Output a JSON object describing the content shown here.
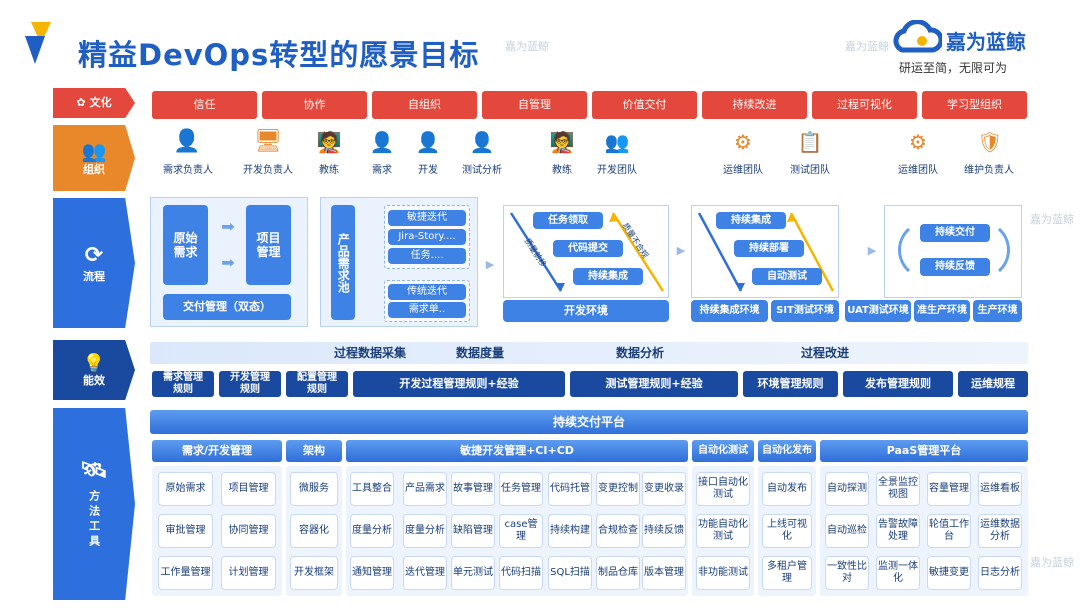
{
  "header": {
    "title": "精益DevOps转型的愿景目标",
    "brand": "嘉为蓝鲸",
    "tagline": "研运至简，无限可为",
    "watermark": "嘉为蓝鲸"
  },
  "rows": {
    "culture": "文化",
    "org": "组织",
    "process": "流程",
    "efficacy": "能效",
    "methods": "方法工具"
  },
  "culture": [
    "信任",
    "协作",
    "自组织",
    "自管理",
    "价值交付",
    "持续改进",
    "过程可视化",
    "学习型组织"
  ],
  "org": [
    "需求负责人",
    "开发负责人",
    "教练",
    "需求",
    "开发",
    "测试分析",
    "教练",
    "开发团队",
    "运维团队",
    "测试团队",
    "运维团队",
    "维护负责人"
  ],
  "process": {
    "raw_demand": "原始需求",
    "project_mgmt": "项目管理",
    "delivery": "交付管理（双态）",
    "pool": "产品需求池",
    "agile": "敏捷迭代",
    "jira": "Jira-Story....",
    "task": "任务....",
    "traditional": "传统迭代",
    "demand_list": "需求单..",
    "dev": [
      "任务领取",
      "代码提交",
      "持续集成"
    ],
    "quality_down": "质量前移",
    "quality_up": "质量不合规",
    "dev_env": "开发环境",
    "ci": [
      "持续集成",
      "持续部署",
      "自动测试"
    ],
    "ci_env": "持续集成环境",
    "sit_env": "SIT测试环境",
    "cd": [
      "持续交付",
      "持续反馈"
    ],
    "uat_env": "UAT测试环境",
    "preprod_env": "准生产环境",
    "prod_env": "生产环境"
  },
  "efficacy": {
    "band": [
      "过程数据采集",
      "数据度量",
      "数据分析",
      "过程改进"
    ],
    "rules": [
      "需求管理规则",
      "开发管理规则",
      "配置管理规则",
      "开发过程管理规则+经验",
      "测试管理规则+经验",
      "环境管理规则",
      "发布管理规则",
      "运维规程"
    ]
  },
  "methods": {
    "platform": "持续交付平台",
    "categories": [
      "需求/开发管理",
      "架构",
      "敏捷开发管理+CI+CD",
      "自动化测试",
      "自动化发布",
      "PaaS管理平台"
    ],
    "items": [
      [
        "原始需求",
        "项目管理",
        "审批管理",
        "协同管理",
        "工作量管理",
        "计划管理"
      ],
      [
        "微服务",
        "容器化",
        "开发框架"
      ],
      [
        "工具整合",
        "产品需求",
        "故事管理",
        "任务管理",
        "代码托管",
        "变更控制",
        "变更收录",
        "度量分析",
        "度量分析",
        "缺陷管理",
        "case管理",
        "持续构建",
        "合规检查",
        "持续反馈",
        "通知管理",
        "迭代管理",
        "单元测试",
        "代码扫描",
        "SQL扫描",
        "制品仓库",
        "版本管理"
      ],
      [
        "接口自动化测试",
        "功能自动化测试",
        "非功能测试"
      ],
      [
        "自动发布",
        "上线可视化",
        "多租户管理"
      ],
      [
        "自动探测",
        "全景监控视图",
        "容量管理",
        "运维看板",
        "自动巡检",
        "告警故障处理",
        "轮值工作台",
        "运维数据分析",
        "一致性比对",
        "监测一体化",
        "敏捷变更",
        "日志分析"
      ]
    ]
  },
  "colors": {
    "accent": "#1f5fc4",
    "culture": "#e4473c",
    "row_label": "#2d6fdc"
  }
}
